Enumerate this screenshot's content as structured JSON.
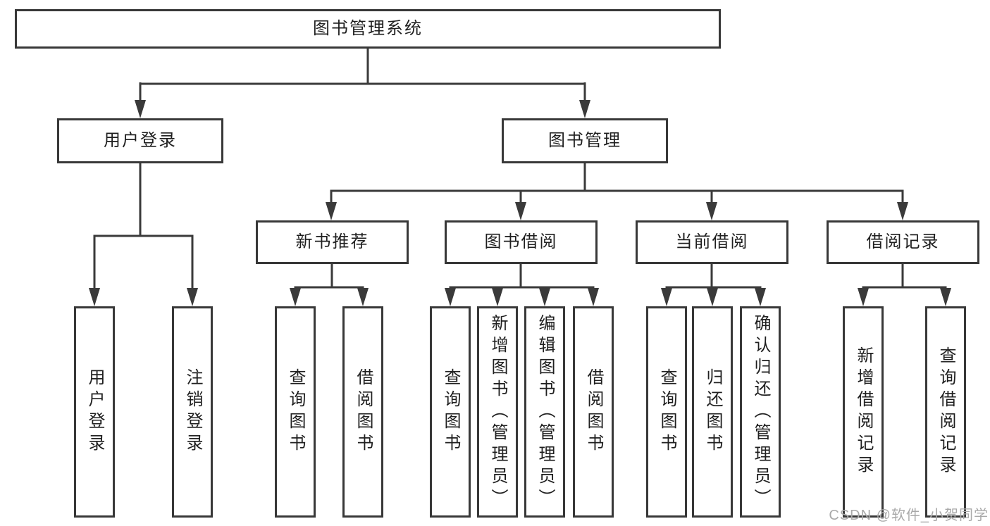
{
  "diagram": {
    "title": "图书管理系统",
    "branches": [
      {
        "label": "用户登录",
        "children": [
          {
            "label": "用户登录"
          },
          {
            "label": "注销登录"
          }
        ]
      },
      {
        "label": "图书管理",
        "children": [
          {
            "label": "新书推荐",
            "children": [
              {
                "label": "查询图书"
              },
              {
                "label": "借阅图书"
              }
            ]
          },
          {
            "label": "图书借阅",
            "children": [
              {
                "label": "查询图书"
              },
              {
                "label": "新增图书（管理员）"
              },
              {
                "label": "编辑图书（管理员）"
              },
              {
                "label": "借阅图书"
              }
            ]
          },
          {
            "label": "当前借阅",
            "children": [
              {
                "label": "查询图书"
              },
              {
                "label": "归还图书"
              },
              {
                "label": "确认归还（管理员）"
              }
            ]
          },
          {
            "label": "借阅记录",
            "children": [
              {
                "label": "新增借阅记录"
              },
              {
                "label": "查询借阅记录"
              }
            ]
          }
        ]
      }
    ],
    "colors": {
      "line": "#3a3a3a",
      "box_border": "#383838",
      "text": "#1f1f1f",
      "watermark": "#a9a9a9",
      "background": "#ffffff"
    }
  },
  "watermark": {
    "text": "CSDN @软件_小贺同学"
  }
}
